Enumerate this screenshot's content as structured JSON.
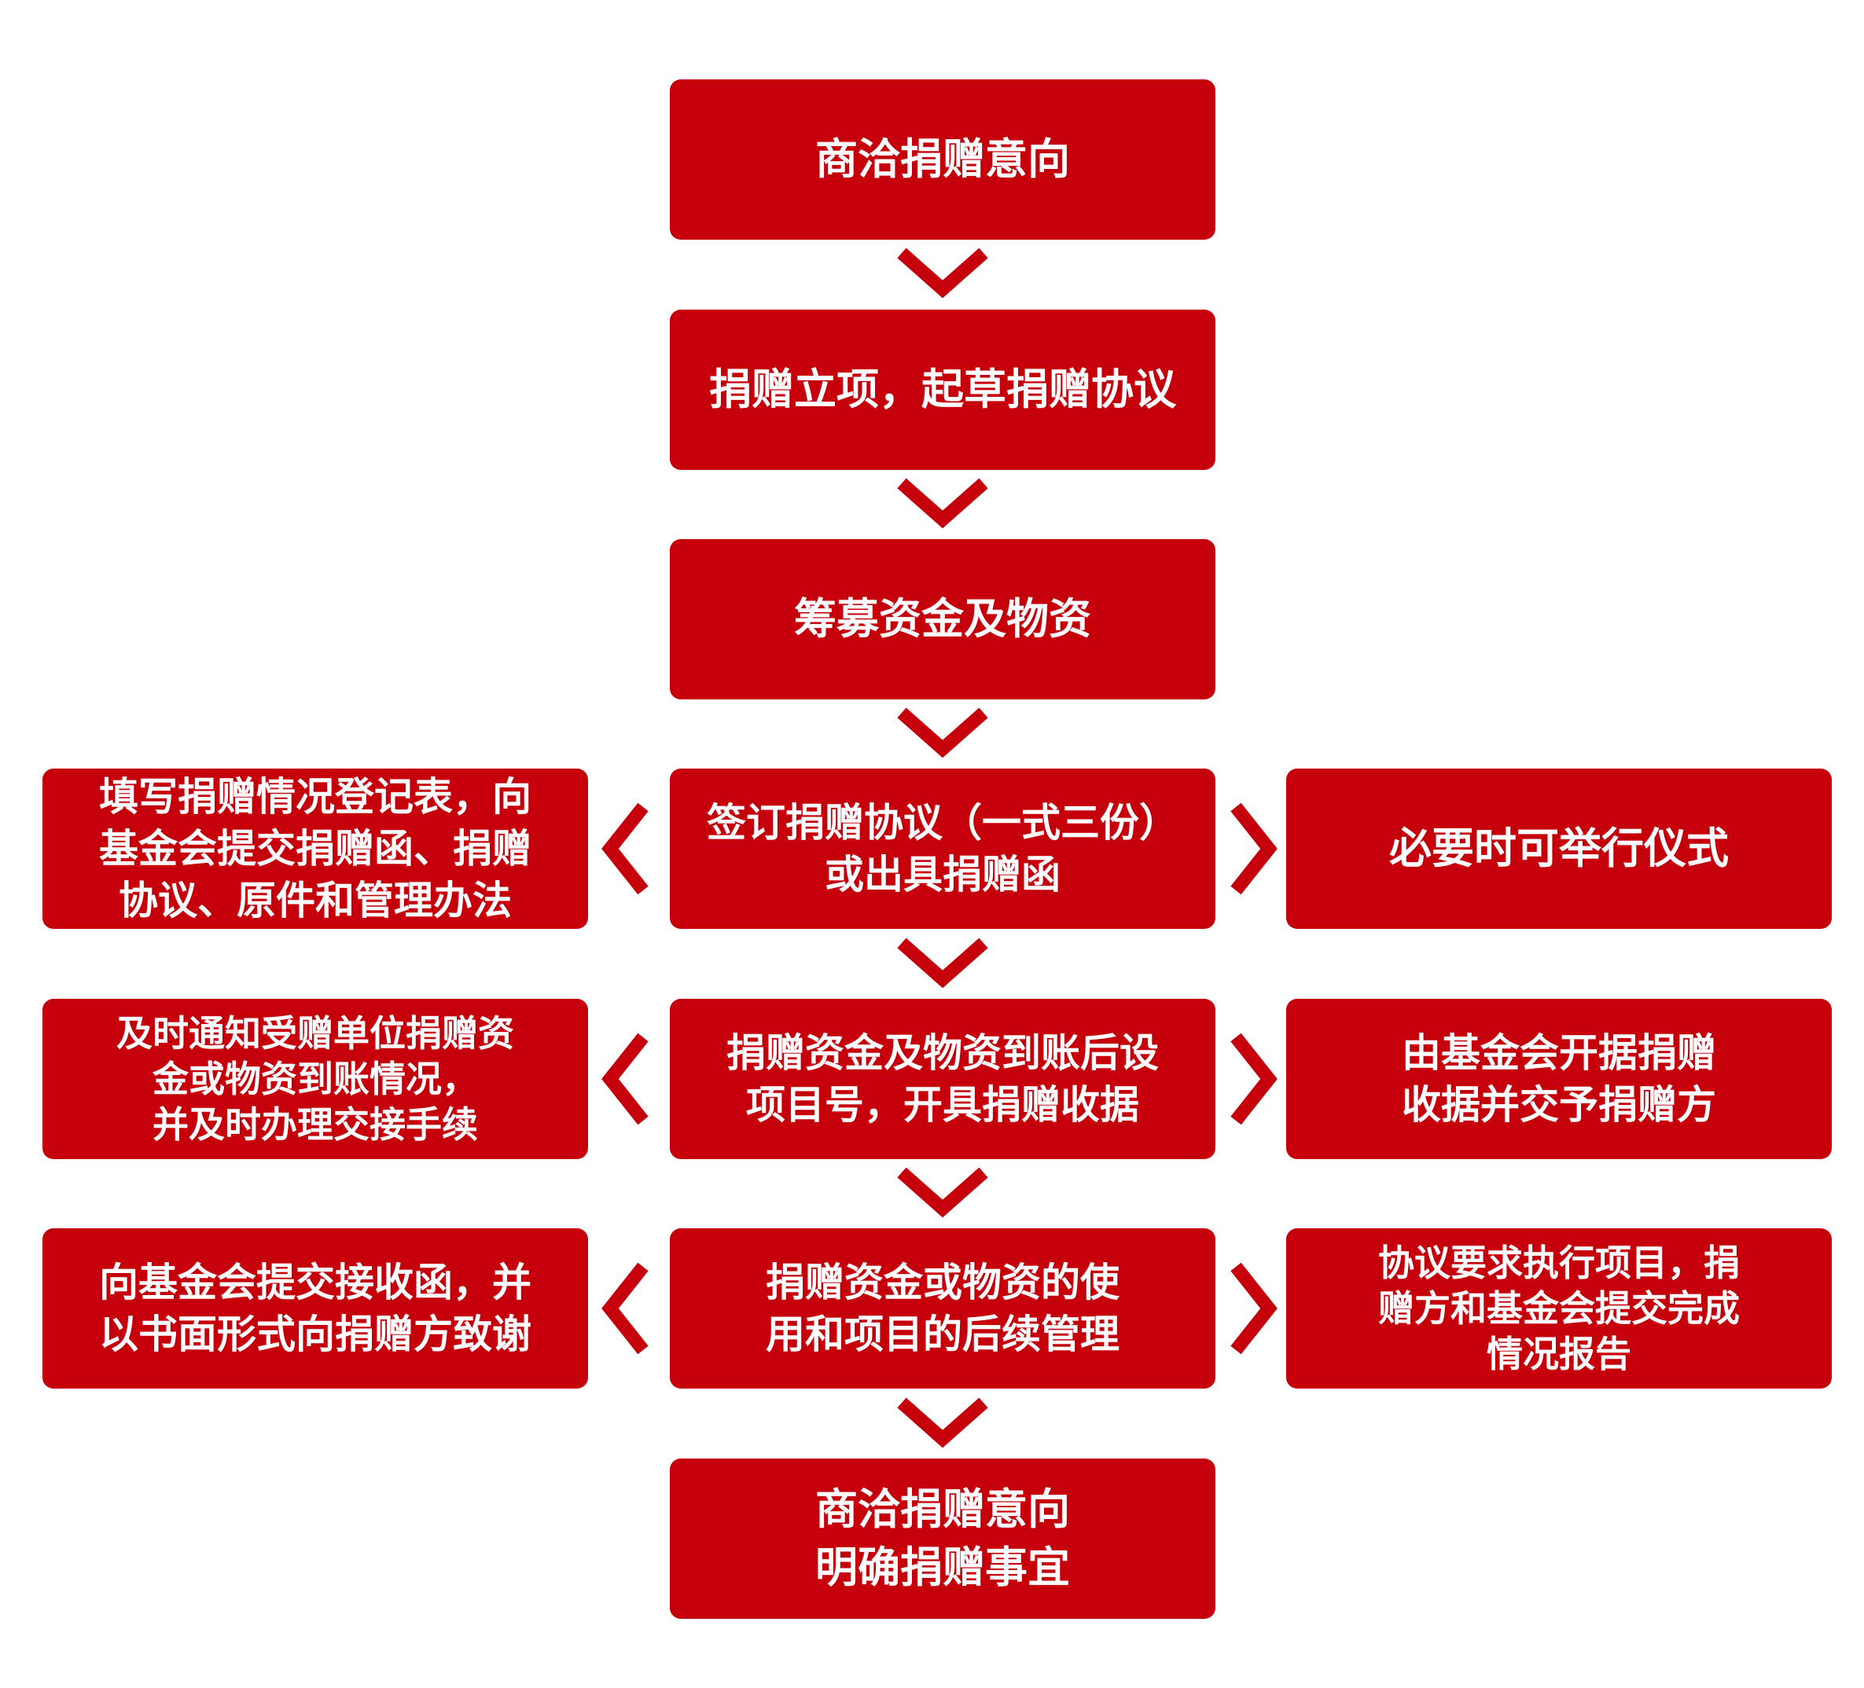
{
  "colors": {
    "box_fill": "#c5000b",
    "box_text": "#ffffff",
    "arrow": "#c5000b",
    "background": "#ffffff"
  },
  "steps": {
    "s1": "商洽捐赠意向",
    "s2": "捐赠立项，起草捐赠协议",
    "s3": "筹募资金及物资",
    "s4": "签订捐赠协议（一式三份）\n或出具捐赠函",
    "s4_left": "填写捐赠情况登记表，向\n基金会提交捐赠函、捐赠\n协议、原件和管理办法",
    "s4_right": "必要时可举行仪式",
    "s5": "捐赠资金及物资到账后设\n项目号，开具捐赠收据",
    "s5_left": "及时通知受赠单位捐赠资\n金或物资到账情况，\n并及时办理交接手续",
    "s5_right": "由基金会开据捐赠\n收据并交予捐赠方",
    "s6": "捐赠资金或物资的使\n用和项目的后续管理",
    "s6_left": "向基金会提交接收函，并\n以书面形式向捐赠方致谢",
    "s6_right": "协议要求执行项目，捐\n赠方和基金会提交完成\n情况报告",
    "s7": "商洽捐赠意向\n明确捐赠事宜"
  }
}
